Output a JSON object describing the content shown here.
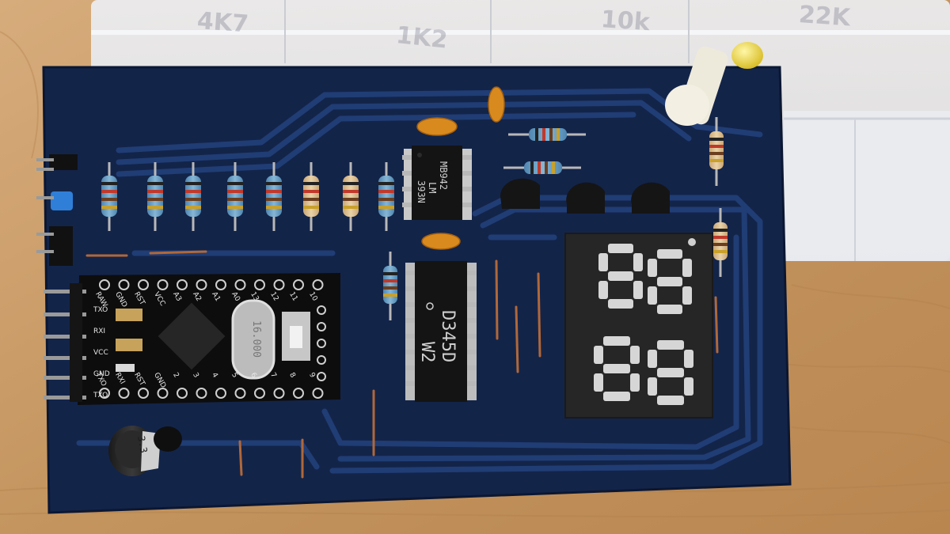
{
  "scene": {
    "colors": {
      "wood": "#c89a6a",
      "pcb": "#13244a",
      "trace": "#1f3a70",
      "arduino": "#0d0d0d",
      "display": "#2a2a2a",
      "segment": "#d8d8d8",
      "led": "#e8d23a"
    }
  },
  "box_labels": {
    "label_1": "4K7",
    "label_2": "1K2",
    "label_3": "10k",
    "label_4": "22K"
  },
  "comparator_chip": {
    "line_1": "MB942",
    "line_2": "LM",
    "line_3": "393N"
  },
  "driver_chip": {
    "line_1": "D345D",
    "line_2": "W2"
  },
  "arduino": {
    "top_pins": [
      "RAW",
      "GND",
      "RST",
      "VCC",
      "A3",
      "A2",
      "A1",
      "A0",
      "13",
      "12",
      "11",
      "10"
    ],
    "bottom_pins": [
      "TXO",
      "RXI",
      "RST",
      "GND",
      "2",
      "3",
      "4",
      "5",
      "6",
      "7",
      "8",
      "9"
    ],
    "side_pins": [
      "TXO",
      "RXI",
      "VCC",
      "GND",
      "TXO"
    ],
    "crystal": "16.000"
  },
  "capacitor": {
    "label": "3.3"
  }
}
